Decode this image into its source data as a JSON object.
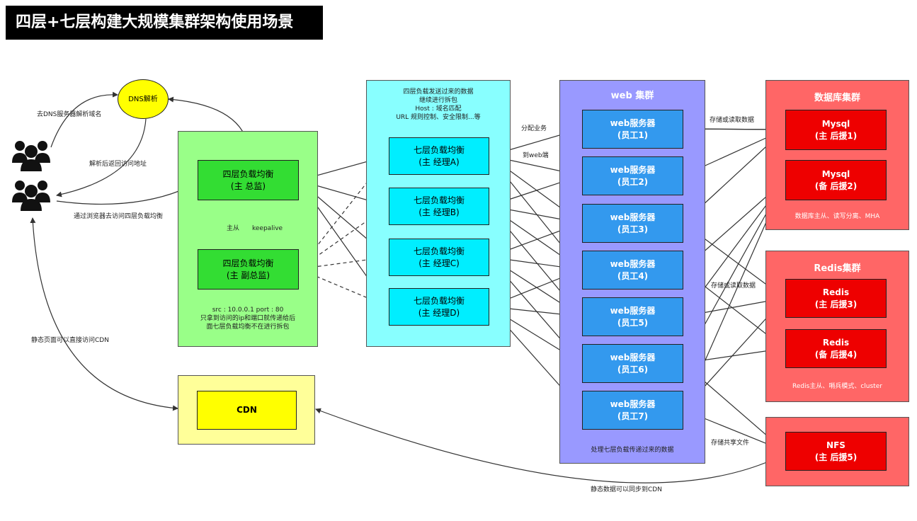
{
  "title": "四层+七层构建大规模集群架构使用场景",
  "dns": {
    "label": "DNS解析"
  },
  "users_label_dns": "去DNS服务器解析域名",
  "users_label_return": "解析后返回访问地址",
  "users_label_browser": "通过浏览器去访问四层负载均衡",
  "users_label_cdn": "静态页面可以直接访问CDN",
  "l4": {
    "master_line1": "四层负载均衡",
    "master_line2": "(主 总监)",
    "backup_line1": "四层负载均衡",
    "backup_line2": "(主 副总监)",
    "ha_left": "主从",
    "ha_right": "keepalive",
    "note1": "src : 10.0.0.1    port : 80",
    "note2": "只拿到访问的ip和端口就传递给后",
    "note3": "面七层负载均衡不在进行拆包"
  },
  "l7": {
    "note1": "四层负载发送过来的数据",
    "note2": "继续进行拆包",
    "note3": "Host : 域名匹配",
    "note4": "URL 规则控制、安全限制...等",
    "items": [
      {
        "line1": "七层负载均衡",
        "line2": "(主 经理A)"
      },
      {
        "line1": "七层负载均衡",
        "line2": "(主 经理B)"
      },
      {
        "line1": "七层负载均衡",
        "line2": "(主 经理C)"
      },
      {
        "line1": "七层负载均衡",
        "line2": "(主 经理D)"
      }
    ],
    "label_assign": "分配业务",
    "label_web": "到web端"
  },
  "web": {
    "heading": "web 集群",
    "footer": "处理七层负载传递过来的数据",
    "items": [
      {
        "line1": "web服务器",
        "line2": "(员工1)"
      },
      {
        "line1": "web服务器",
        "line2": "(员工2)"
      },
      {
        "line1": "web服务器",
        "line2": "(员工3)"
      },
      {
        "line1": "web服务器",
        "line2": "(员工4)"
      },
      {
        "line1": "web服务器",
        "line2": "(员工5)"
      },
      {
        "line1": "web服务器",
        "line2": "(员工6)"
      },
      {
        "line1": "web服务器",
        "line2": "(员工7)"
      }
    ],
    "label_db": "存储或读取数据",
    "label_redis": "存储或读取数据",
    "label_nfs": "存储共享文件"
  },
  "db": {
    "heading": "数据库集群",
    "items": [
      {
        "line1": "Mysql",
        "line2": "(主 后援1)"
      },
      {
        "line1": "Mysql",
        "line2": "(备 后援2)"
      }
    ],
    "footer": "数据库主从、读写分离、MHA"
  },
  "redis": {
    "heading": "Redis集群",
    "items": [
      {
        "line1": "Redis",
        "line2": "(主 后援3)"
      },
      {
        "line1": "Redis",
        "line2": "(备 后援4)"
      }
    ],
    "footer": "Redis主从、哨兵模式、cluster"
  },
  "nfs": {
    "line1": "NFS",
    "line2": "(主 后援5)",
    "label_sync": "静态数据可以同步到CDN"
  },
  "cdn": {
    "label": "CDN"
  },
  "colors": {
    "green_panel": "#99ff88",
    "green_box": "#33dd33",
    "cyan_panel": "#88ffff",
    "cyan_box": "#00eeff",
    "purple_panel": "#9999ff",
    "blue_box": "#3399ee",
    "red_panel": "#ff6666",
    "red_box": "#ee0000",
    "yellow_panel": "#ffff99",
    "yellow_box": "#ffff00"
  }
}
